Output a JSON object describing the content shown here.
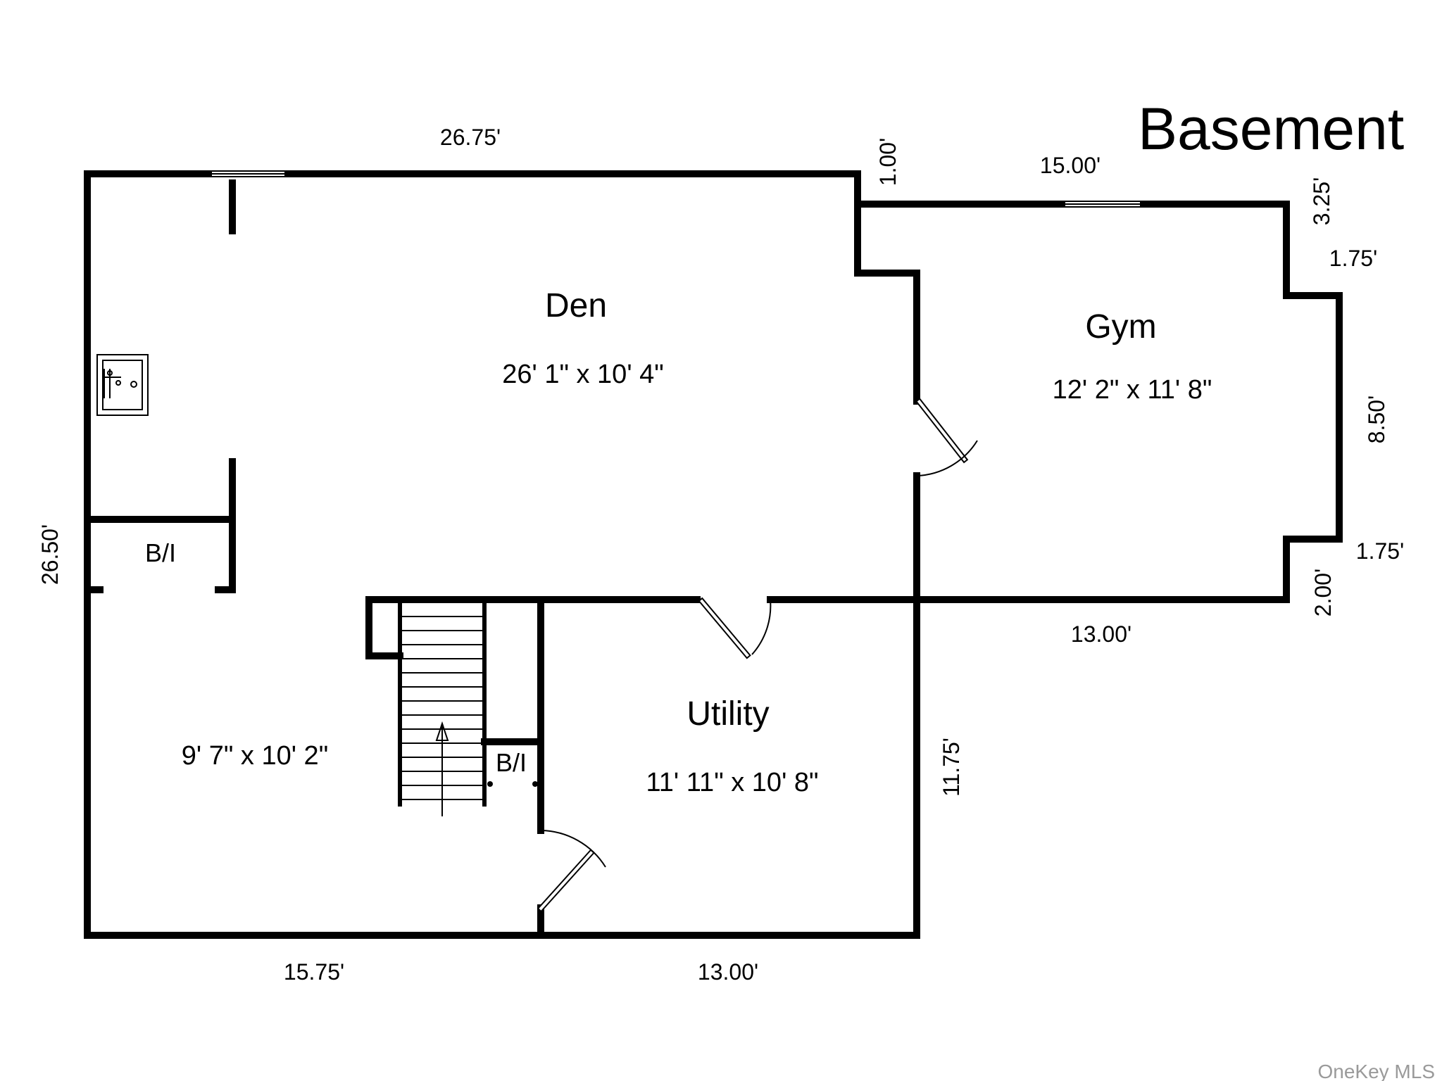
{
  "title": "Basement",
  "rooms": {
    "den": {
      "name": "Den",
      "size": "26' 1\" x 10' 4\""
    },
    "gym": {
      "name": "Gym",
      "size": "12' 2\" x 11' 8\""
    },
    "utility": {
      "name": "Utility",
      "size": "11' 11\" x 10' 8\""
    },
    "lower_left": {
      "size": "9' 7\" x 10' 2\""
    }
  },
  "built_ins": {
    "left": "B/I",
    "stair": "B/I"
  },
  "dimensions": {
    "top_den": "26.75'",
    "step_top": "1.00'",
    "top_gym": "15.00'",
    "gym_right_top": "3.25'",
    "gym_bump_top": "1.75'",
    "gym_bump": "8.50'",
    "gym_bump_bottom": "1.75'",
    "gym_right_bottom": "2.00'",
    "gym_bottom": "13.00'",
    "left": "26.50'",
    "utility_right": "11.75'",
    "bottom_left": "15.75'",
    "bottom_right": "13.00'"
  },
  "watermark": "OneKey MLS"
}
